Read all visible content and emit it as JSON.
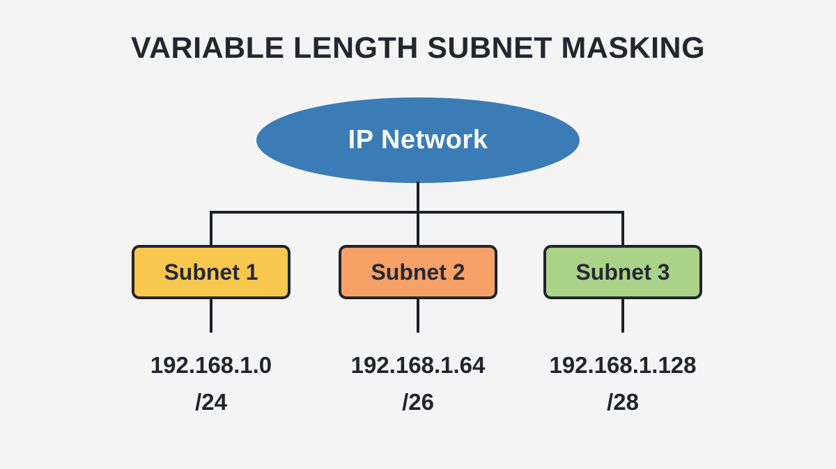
{
  "title": "VARIABLE LENGTH SUBNET MASKING",
  "root": {
    "label": "IP Network",
    "fill_color": "#3b7cb7",
    "text_color": "#f8f9f8"
  },
  "connector_color": "#1c2028",
  "background_color": "#f5f4f4",
  "subnets": [
    {
      "label": "Subnet 1",
      "network": "192.168.1.0",
      "mask": "/24",
      "fill_color": "#f8c74e"
    },
    {
      "label": "Subnet 2",
      "network": "192.168.1.64",
      "mask": "/26",
      "fill_color": "#f5a167"
    },
    {
      "label": "Subnet 3",
      "network": "192.168.1.128",
      "mask": "/28",
      "fill_color": "#abd289"
    }
  ]
}
